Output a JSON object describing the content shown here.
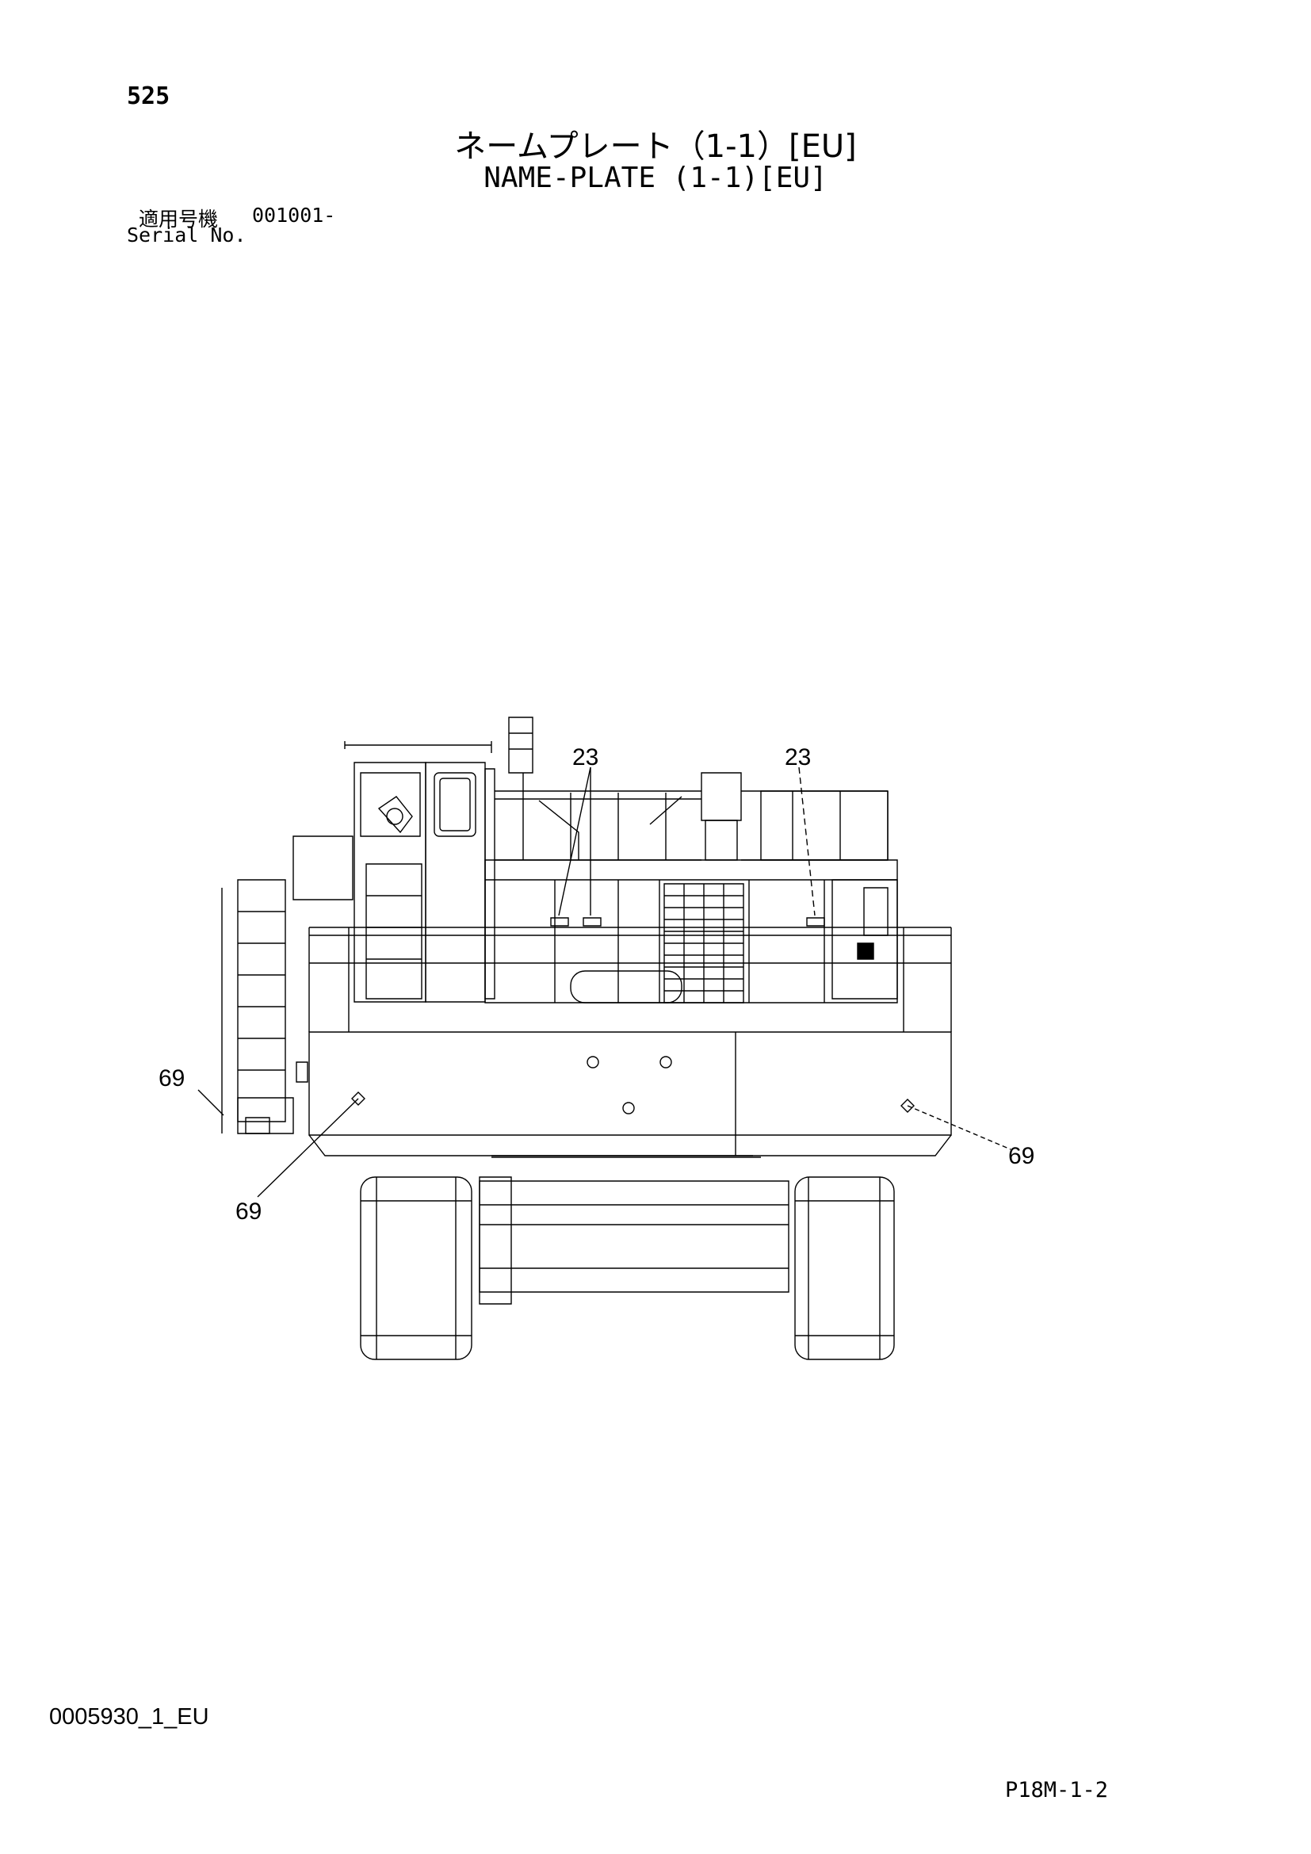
{
  "header": {
    "page_number": "525",
    "title_jp": "ネームプレート（1-1）[EU]",
    "title_en": "NAME-PLATE (1-1)[EU]",
    "serial_label_jp": "適用号機",
    "serial_range": "001001-",
    "serial_label_en": "Serial No."
  },
  "diagram": {
    "callouts": [
      {
        "id": "callout-23-left",
        "label": "23"
      },
      {
        "id": "callout-23-right",
        "label": "23"
      },
      {
        "id": "callout-69-left",
        "label": "69"
      },
      {
        "id": "callout-69-bottom",
        "label": "69"
      },
      {
        "id": "callout-69-right",
        "label": "69"
      }
    ]
  },
  "footer": {
    "drawing_id": "0005930_1_EU",
    "sheet_code": "P18M-1-2"
  }
}
